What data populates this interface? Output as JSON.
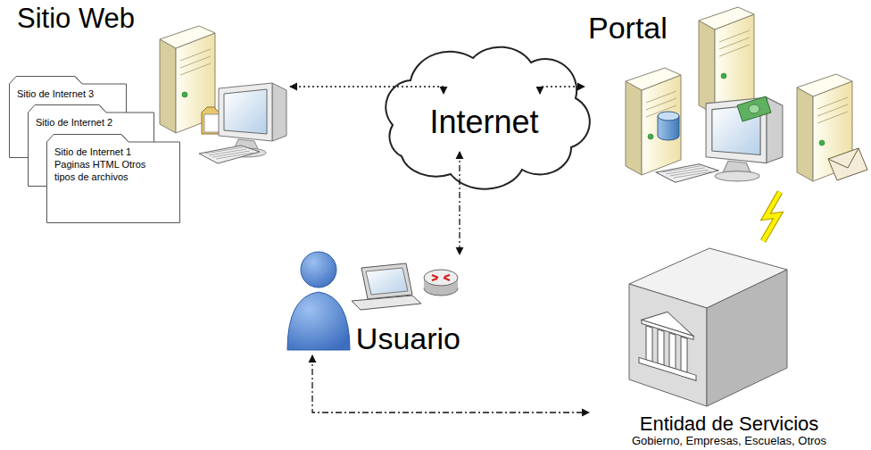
{
  "diagram": {
    "nodes": [
      {
        "text": [
          "Sitio Web"
        ]
      },
      {
        "text": [
          "Sitio de Internet 3"
        ]
      },
      {
        "text": [
          "Sitio de Internet 2"
        ]
      },
      {
        "text": [
          "Sitio de Internet 1 Paginas HTML Otros tipos de archivos"
        ]
      },
      {
        "text": [
          "Portal"
        ]
      },
      {
        "text": [
          "Internet"
        ]
      },
      {
        "text": [
          "Usuario"
        ]
      },
      {
        "text": [
          "Entidad de Servicios",
          "Gobierno, Empresas, Escuelas, Otros"
        ]
      }
    ],
    "edges": [
      {
        "from": 0,
        "to": 5,
        "arrow": "both"
      },
      {
        "from": 5,
        "to": 4,
        "arrow": "both"
      },
      {
        "from": 5,
        "to": 6,
        "arrow": "both"
      },
      {
        "from": 6,
        "to": 7,
        "arrow": "both"
      },
      {
        "from": 4,
        "to": 7,
        "arrow": "none"
      }
    ]
  }
}
